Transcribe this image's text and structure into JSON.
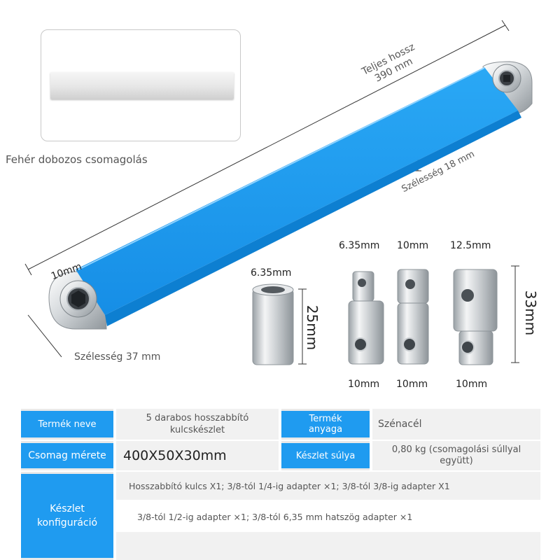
{
  "package": {
    "label": "Fehér dobozos csomagolás"
  },
  "wrench": {
    "total_length_label": "Teljes hossz",
    "total_length_value": "390 mm",
    "width_18_label": "Szélesség 18 mm",
    "width_37_label": "Szélesség 37 mm",
    "socket_end_label": "10mm",
    "colors": {
      "body": "#1f9bf0",
      "chrome": "#d9dde0"
    }
  },
  "parts": {
    "socket": {
      "top": "6.35mm",
      "height": "25mm"
    },
    "adapters": [
      {
        "top": "6.35mm",
        "bottom": "10mm"
      },
      {
        "top": "10mm",
        "bottom": "10mm"
      },
      {
        "top": "12.5mm",
        "bottom": "10mm"
      }
    ],
    "adapter_height": "33mm"
  },
  "specs": {
    "product_name": {
      "label": "Termék neve",
      "value": "5 darabos hosszabbító kulcskészlet"
    },
    "material": {
      "label": "Termék anyaga",
      "value": "Szénacél"
    },
    "package_size": {
      "label": "Csomag mérete",
      "value": "400X50X30mm"
    },
    "weight": {
      "label": "Készlet súlya",
      "value": "0,80 kg (csomagolási súllyal együtt)"
    },
    "configuration": {
      "label": "Készlet konfiguráció",
      "line1": "Hosszabbító kulcs X1; 3/8-tól 1/4-ig adapter ×1; 3/8-tól 3/8-ig adapter X1",
      "line2": "3/8-tól 1/2-ig adapter ×1; 3/8-tól 6,35 mm hatszög adapter ×1"
    },
    "colors": {
      "header": "#1f9bf0",
      "cell": "#f1f1f1"
    }
  }
}
